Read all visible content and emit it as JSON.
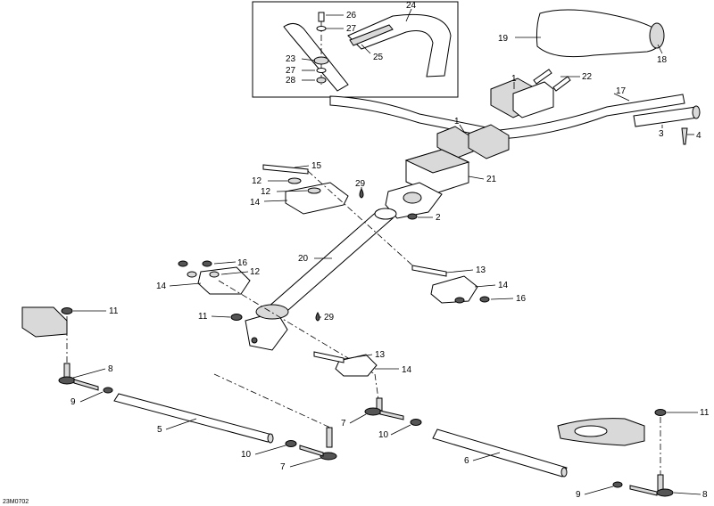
{
  "diagram_code": "23M0702",
  "callouts": {
    "c26": "26",
    "c27a": "27",
    "c23": "23",
    "c27b": "27",
    "c28": "28",
    "c24": "24",
    "c25": "25",
    "c19": "19",
    "c18": "18",
    "c1a": "1",
    "c22": "22",
    "c17": "17",
    "c3": "3",
    "c4": "4",
    "c1b": "1",
    "c21": "21",
    "c15": "15",
    "c12a": "12",
    "c12b": "12",
    "c29a": "29",
    "c14a": "14",
    "c2": "2",
    "c20": "20",
    "c16a": "16",
    "c12c": "12",
    "c13a": "13",
    "c14b": "14",
    "c14c": "14",
    "c16b": "16",
    "c11a": "11",
    "c11b": "11",
    "c29b": "29",
    "c13b": "13",
    "c14d": "14",
    "c8a": "8",
    "c9a": "9",
    "c5": "5",
    "c7a": "7",
    "c10a": "10",
    "c10b": "10",
    "c7b": "7",
    "c6": "6",
    "c11c": "11",
    "c9b": "9",
    "c8b": "8"
  }
}
